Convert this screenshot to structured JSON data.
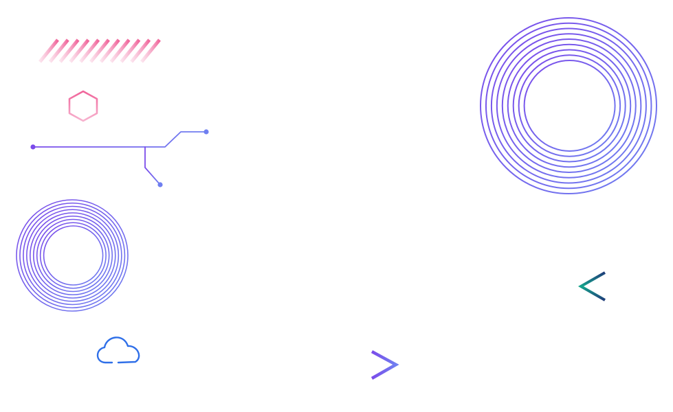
{
  "palette": {
    "pink": "#f0649a",
    "pink_light": "#f7b3cf",
    "purple": "#7b4bea",
    "blue_violet": "#6f7ff0",
    "blue": "#2f6fe8",
    "teal": "#15a58c",
    "navy": "#1f3d7a"
  },
  "decorations": {
    "stripes": {
      "icon": "diagonal-stripes-icon",
      "count": 11
    },
    "hexagon": {
      "icon": "hexagon-outline-icon"
    },
    "circuit": {
      "icon": "circuit-line-icon"
    },
    "rings_large": {
      "icon": "concentric-rings-icon",
      "count": 9
    },
    "rings_small": {
      "icon": "concentric-rings-icon",
      "count": 9
    },
    "cloud": {
      "icon": "cloud-outline-icon"
    },
    "chevron_right": {
      "icon": "chevron-right-icon"
    },
    "chevron_left": {
      "icon": "chevron-left-icon"
    }
  }
}
